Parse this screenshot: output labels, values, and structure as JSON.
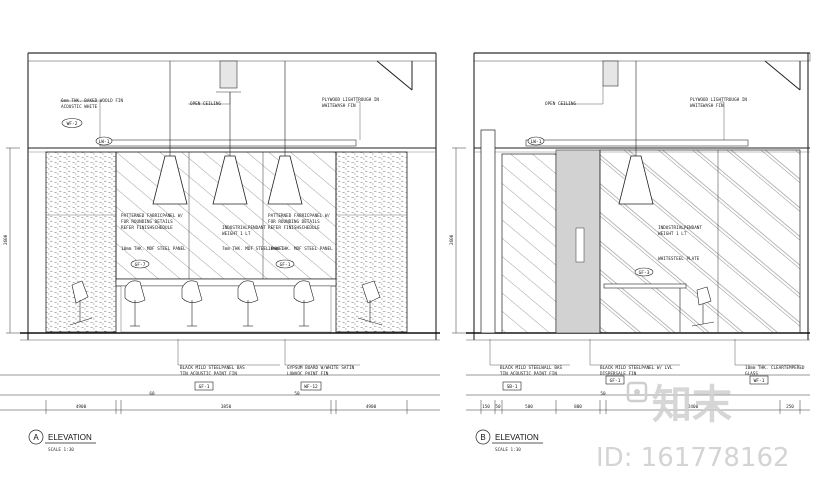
{
  "elevation_a": {
    "letter": "A",
    "title": "ELEVATION",
    "scale": "SCALE   1:30",
    "height_dim": "2600",
    "dims": [
      "4900",
      "60",
      "3850",
      "50",
      "4900"
    ],
    "callouts": {
      "wall_finish": "6mm THK. BAKED WOOLD FIN",
      "wall_finish_2": "ACOUSTIC WHITE",
      "open_ceiling": "OPEN CEILING",
      "plywood": "PLYWOOD LIGHTTROUGH IN",
      "plywood_2": "WHITEWASH FIN",
      "panel_l1": "PATTERNED FABRICPANEL W/",
      "panel_l2": "FOR ROUNDING DETAILS",
      "panel_l3": "REFER FINISHSCHEDULE",
      "panel_r1": "PATTERNED FABRICPANEL W/",
      "panel_r2": "FOR ROUNDING DETAILS",
      "panel_r3": "REFER FINISHSCHEDULE",
      "pendant": "INDUSTRIALPENDANT",
      "pendant_2": "WEIGHT 1 LT",
      "mdf_l1": "10mm THK. MDF STEEL PANEL",
      "mdf_l2": "7mm THK. MDF STEEL PANEL",
      "mdf_r": "10mm THK. MDF STEEL PANEL",
      "bottom_l1": "BLACK MILD STEELPANEL BAS",
      "bottom_l2": "TIN ACOUSTIC PAINT FIN",
      "bottom_r1": "GYPSUM BOARD W/WHITE SATIN",
      "bottom_r2": "LOWVOC PAINT FIN"
    },
    "tags": [
      "WF-2",
      "LW-1",
      "GF-7",
      "GF-1",
      "GF-1",
      "WF-12"
    ]
  },
  "elevation_b": {
    "letter": "B",
    "title": "ELEVATION",
    "scale": "SCALE   1:30",
    "height_dim": "2600",
    "dims": [
      "150",
      "50",
      "500",
      "800",
      "50",
      "2400",
      "250"
    ],
    "callouts": {
      "open_ceiling": "OPEN CEILING",
      "plywood": "PLYWOOD LIGHTTROUGH IN",
      "plywood_2": "WHITEWASH FIN",
      "pendant": "INDUSTRIALPENDANT",
      "pendant_2": "WEIGHT 1 LT",
      "dual_glass": "WHITESTEEL PLATE",
      "bottom_l1": "BLACK MILD STEELWALL BAS",
      "bottom_l2": "TIN ACOUSTIC PAINT FIN",
      "bottom_m1": "BLACK MILD STEELPANEL W/ LVL",
      "bottom_m2": "DISPERSALE FIN",
      "bottom_r1": "10mm THK. CLEARTEMPERED",
      "bottom_r2": "GLASS"
    },
    "tags": [
      "LW-1",
      "GF-3",
      "SB-1",
      "GF-1",
      "WF-1"
    ]
  },
  "watermark": {
    "logo": "知末",
    "id": "ID: 161778162"
  }
}
